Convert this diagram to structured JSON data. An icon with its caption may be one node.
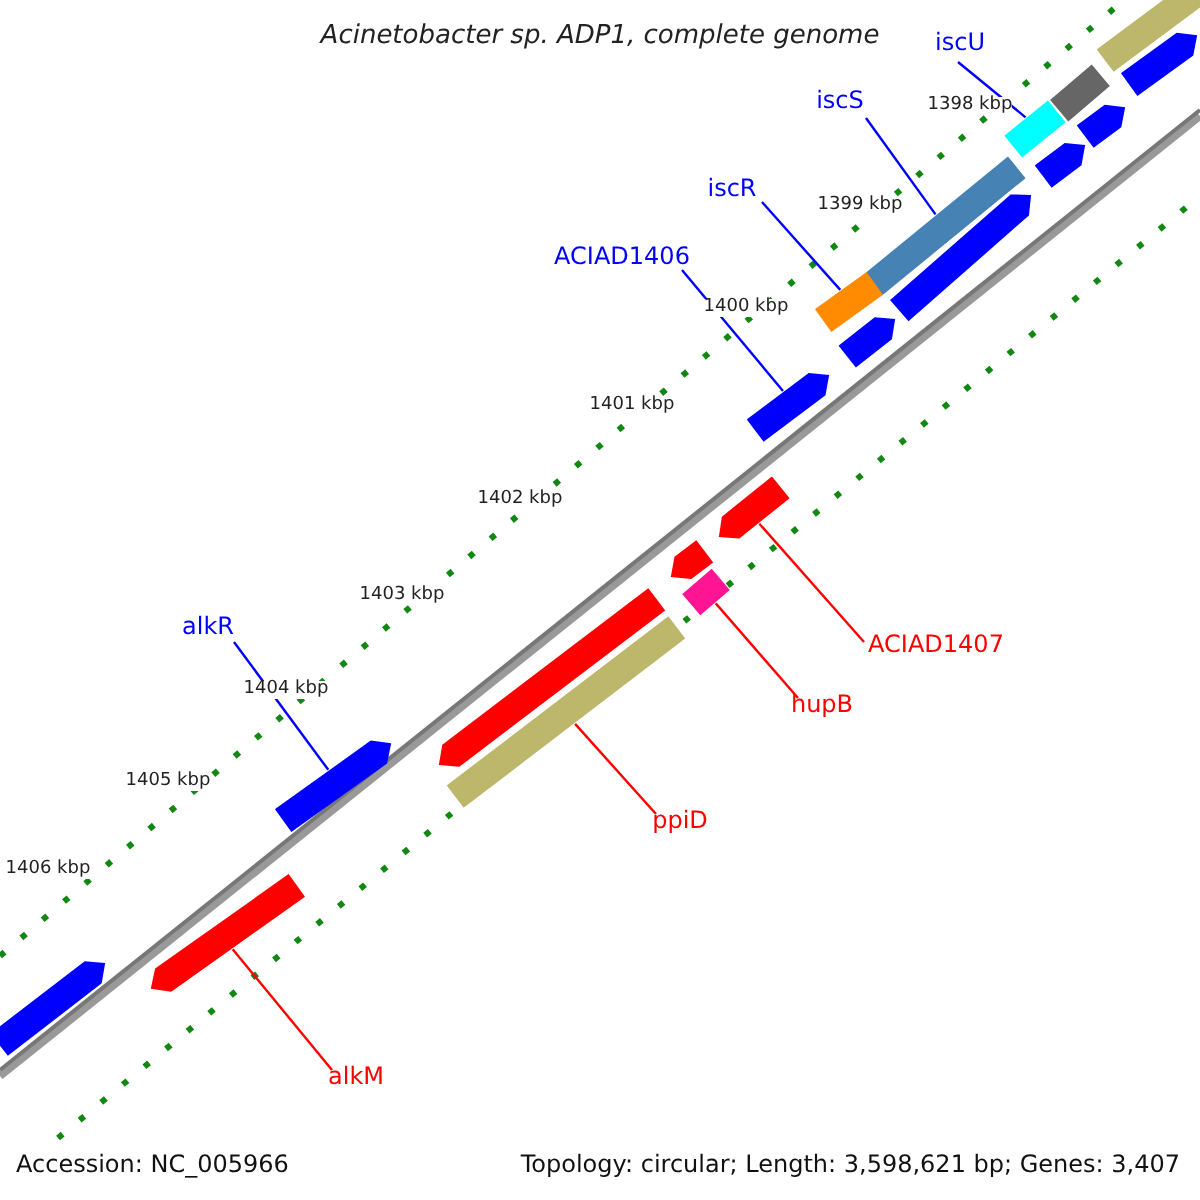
{
  "diagram": {
    "title": "Acinetobacter sp. ADP1, complete genome",
    "nodes": [
      {
        "text": [
          "iscU"
        ]
      },
      {
        "text": [
          "iscS"
        ]
      },
      {
        "text": [
          "iscR"
        ]
      },
      {
        "text": [
          "ACIAD1406"
        ]
      },
      {
        "text": [
          "ACIAD1407"
        ]
      },
      {
        "text": [
          "hupB"
        ]
      },
      {
        "text": [
          "alkR"
        ]
      },
      {
        "text": [
          "ppiD"
        ]
      },
      {
        "text": [
          "alkM"
        ]
      },
      {
        "text": [],
        "shape": "bar"
      },
      {
        "text": [],
        "shape": "arrow"
      },
      {
        "text": [],
        "shape": "bar"
      },
      {
        "text": [],
        "shape": "arrow"
      },
      {
        "text": [],
        "shape": "bar"
      },
      {
        "text": [],
        "shape": "arrow"
      },
      {
        "text": [],
        "shape": "bar"
      },
      {
        "text": [],
        "shape": "arrow"
      },
      {
        "text": [],
        "shape": "bar"
      },
      {
        "text": [],
        "shape": "arrow"
      },
      {
        "text": [],
        "shape": "arrow"
      },
      {
        "text": [],
        "shape": "arrow"
      },
      {
        "text": [],
        "shape": "arrow"
      },
      {
        "text": [],
        "shape": "bar"
      },
      {
        "text": [],
        "shape": "arrow"
      },
      {
        "text": [],
        "shape": "bar"
      },
      {
        "text": [],
        "shape": "arrow"
      },
      {
        "text": [],
        "shape": "arrow"
      },
      {
        "text": [],
        "shape": "arrow"
      }
    ],
    "edges": [
      {
        "from": 0,
        "to": 13,
        "arrow": "none"
      },
      {
        "from": 1,
        "to": 15,
        "arrow": "none"
      },
      {
        "from": 2,
        "to": 17,
        "arrow": "none"
      },
      {
        "from": 3,
        "to": 19,
        "arrow": "none"
      },
      {
        "from": 4,
        "to": 20,
        "arrow": "none",
        "color": "#ff0000"
      },
      {
        "from": 5,
        "to": 22,
        "arrow": "none",
        "color": "#ff0000"
      },
      {
        "from": 6,
        "to": 25,
        "arrow": "none"
      },
      {
        "from": 7,
        "to": 24,
        "arrow": "none",
        "color": "#ff0000"
      },
      {
        "from": 8,
        "to": 26,
        "arrow": "none",
        "color": "#ff0000"
      }
    ],
    "labels": [
      "1398 kbp",
      "1399 kbp",
      "1400 kbp",
      "1401 kbp",
      "1402 kbp",
      "1403 kbp",
      "1404 kbp",
      "1405 kbp",
      "1406 kbp",
      "Accession: NC_005966",
      "Topology: circular; Length: 3,598,621 bp; Genes: 3,407"
    ]
  }
}
